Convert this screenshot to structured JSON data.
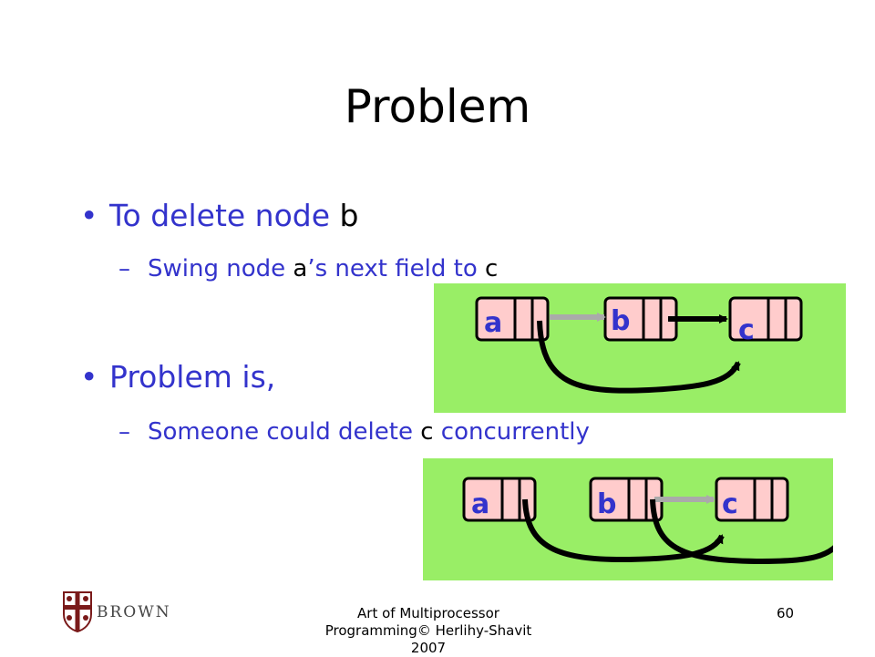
{
  "slide": {
    "title": "Problem",
    "bullet1": {
      "text_blue": "To delete node ",
      "text_black": "b"
    },
    "sub1": {
      "part1": "Swing node ",
      "part2": "a",
      "part3": "’s next field to ",
      "part4": "c"
    },
    "bullet2": {
      "text_blue": "Problem is,"
    },
    "sub2": {
      "part1": "Someone could delete ",
      "part2": "c",
      "part3": " concurrently"
    }
  },
  "diagram_top": {
    "nodes": [
      "a",
      "b",
      "c"
    ]
  },
  "diagram_bottom": {
    "nodes": [
      "a",
      "b",
      "c"
    ]
  },
  "footer": {
    "logo_text": "BROWN",
    "credit": "Art of Multiprocessor Programming© Herlihy-Shavit 2007",
    "page_number": "60"
  },
  "colors": {
    "text_blue": "#3333cc",
    "panel_green": "#99ee66",
    "node_fill": "#ffcccc",
    "gray_arrow": "#aaaaaa"
  }
}
